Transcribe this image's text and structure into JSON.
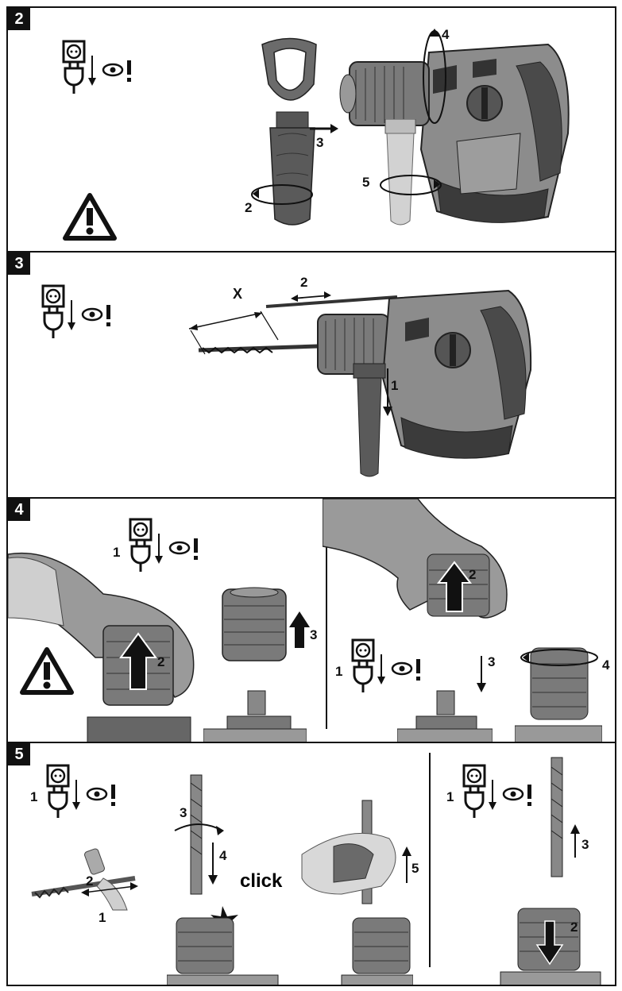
{
  "panels": [
    {
      "number": "2",
      "callouts": [
        "2",
        "3",
        "4",
        "5"
      ]
    },
    {
      "number": "3",
      "callouts": [
        "X",
        "2",
        "1"
      ]
    },
    {
      "number": "4",
      "callouts": [
        "1",
        "2",
        "3",
        "1",
        "2",
        "3",
        "4"
      ]
    },
    {
      "number": "5",
      "callouts": [
        "1",
        "2",
        "1",
        "3",
        "4",
        "5",
        "1",
        "2",
        "3"
      ],
      "click_label": "click"
    }
  ],
  "icons": [
    "unplug-eye-icon",
    "warning-icon",
    "rotate-arrow-icon",
    "straight-arrow-icon"
  ],
  "colors": {
    "border": "#111111",
    "tool_gray": "#8c8c8c",
    "dark_gray": "#4a4a4a",
    "background": "#ffffff"
  }
}
